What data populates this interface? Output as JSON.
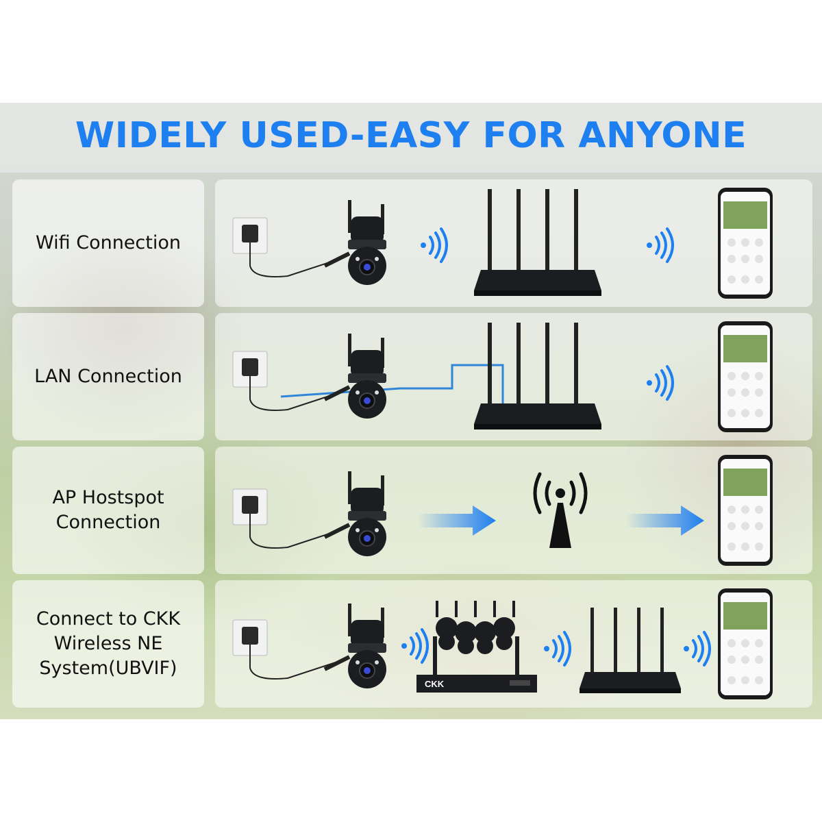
{
  "title": "WIDELY USED-EASY FOR ANYONE",
  "rows": [
    {
      "label": "Wifi Connection",
      "flow": [
        "camera-icon",
        "wifi-signal-icon",
        "router-icon",
        "wifi-signal-icon",
        "phone-app-icon"
      ]
    },
    {
      "label": "LAN Connection",
      "flow": [
        "camera-icon",
        "ethernet-cable-icon",
        "router-icon",
        "wifi-signal-icon",
        "phone-app-icon"
      ]
    },
    {
      "label": "AP Hostspot\nConnection",
      "flow": [
        "camera-icon",
        "arrow-right-icon",
        "hotspot-antenna-icon",
        "arrow-right-icon",
        "phone-app-icon"
      ]
    },
    {
      "label": "Connect to CKK\nWireless NE\nSystem(UBVIF)",
      "flow": [
        "camera-icon",
        "wifi-signal-icon",
        "nvr-system-icon",
        "wifi-signal-icon",
        "router-icon",
        "wifi-signal-icon",
        "phone-app-icon"
      ]
    }
  ],
  "nvr_brand": "CKK",
  "colors": {
    "accent": "#1d7ff0",
    "device": "#1b1d20",
    "cable": "#2f86d8"
  }
}
